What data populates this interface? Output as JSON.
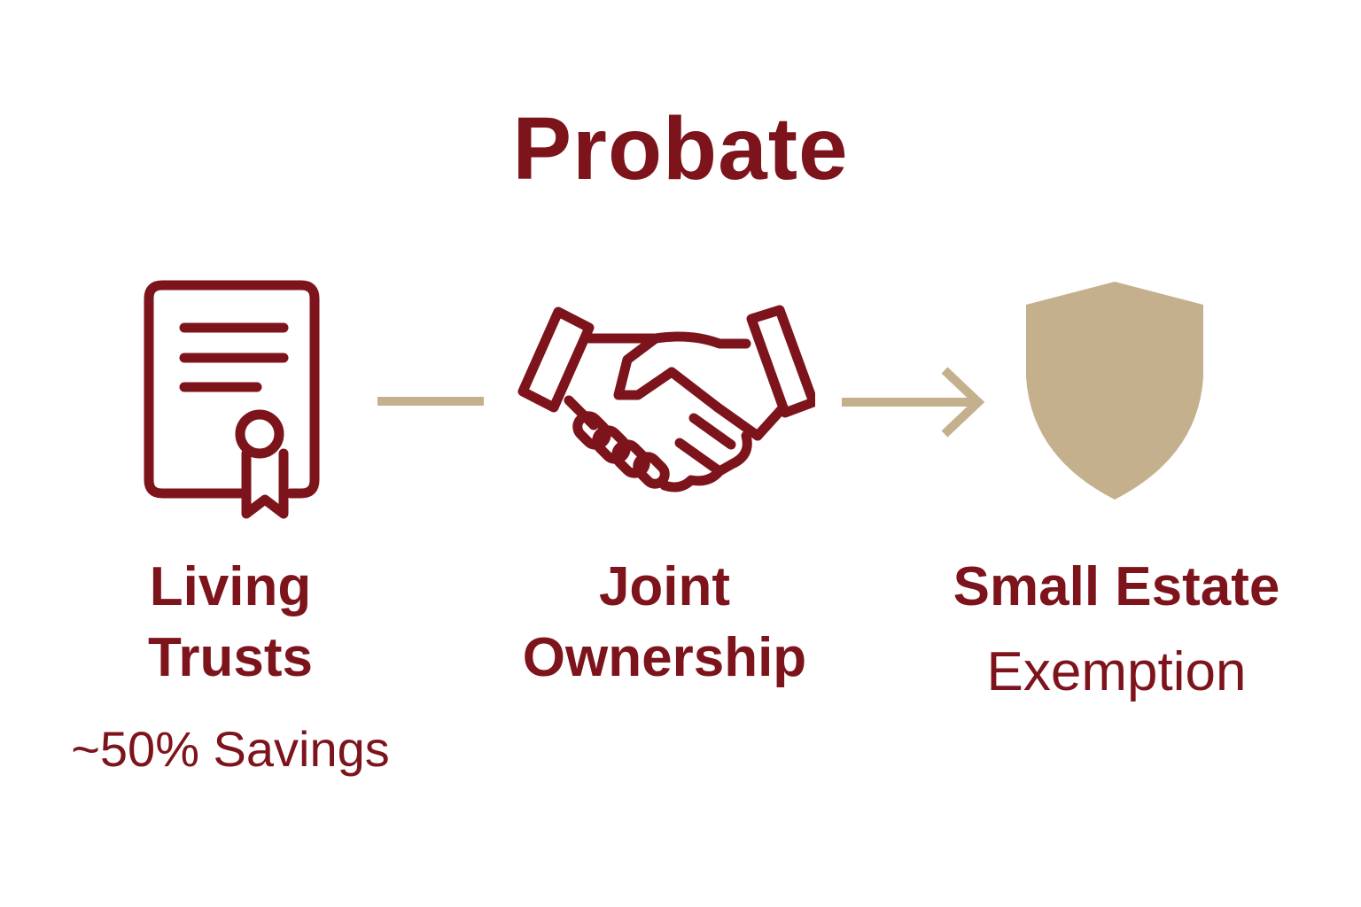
{
  "title": "Probate",
  "colors": {
    "primary": "#7d141c",
    "accent": "#c5b08d",
    "background": "#ffffff"
  },
  "items": [
    {
      "icon": "certificate-document-icon",
      "label_line1": "Living",
      "label_line2": "Trusts",
      "note": "~50% Savings"
    },
    {
      "icon": "handshake-icon",
      "label_line1": "Joint",
      "label_line2": "Ownership"
    },
    {
      "icon": "shield-icon",
      "label_line1": "Small Estate",
      "label_line2": "Exemption"
    }
  ],
  "connectors": [
    {
      "type": "line",
      "from": "Living Trusts",
      "to": "Joint Ownership"
    },
    {
      "type": "arrow",
      "from": "Joint Ownership",
      "to": "Small Estate Exemption"
    }
  ]
}
